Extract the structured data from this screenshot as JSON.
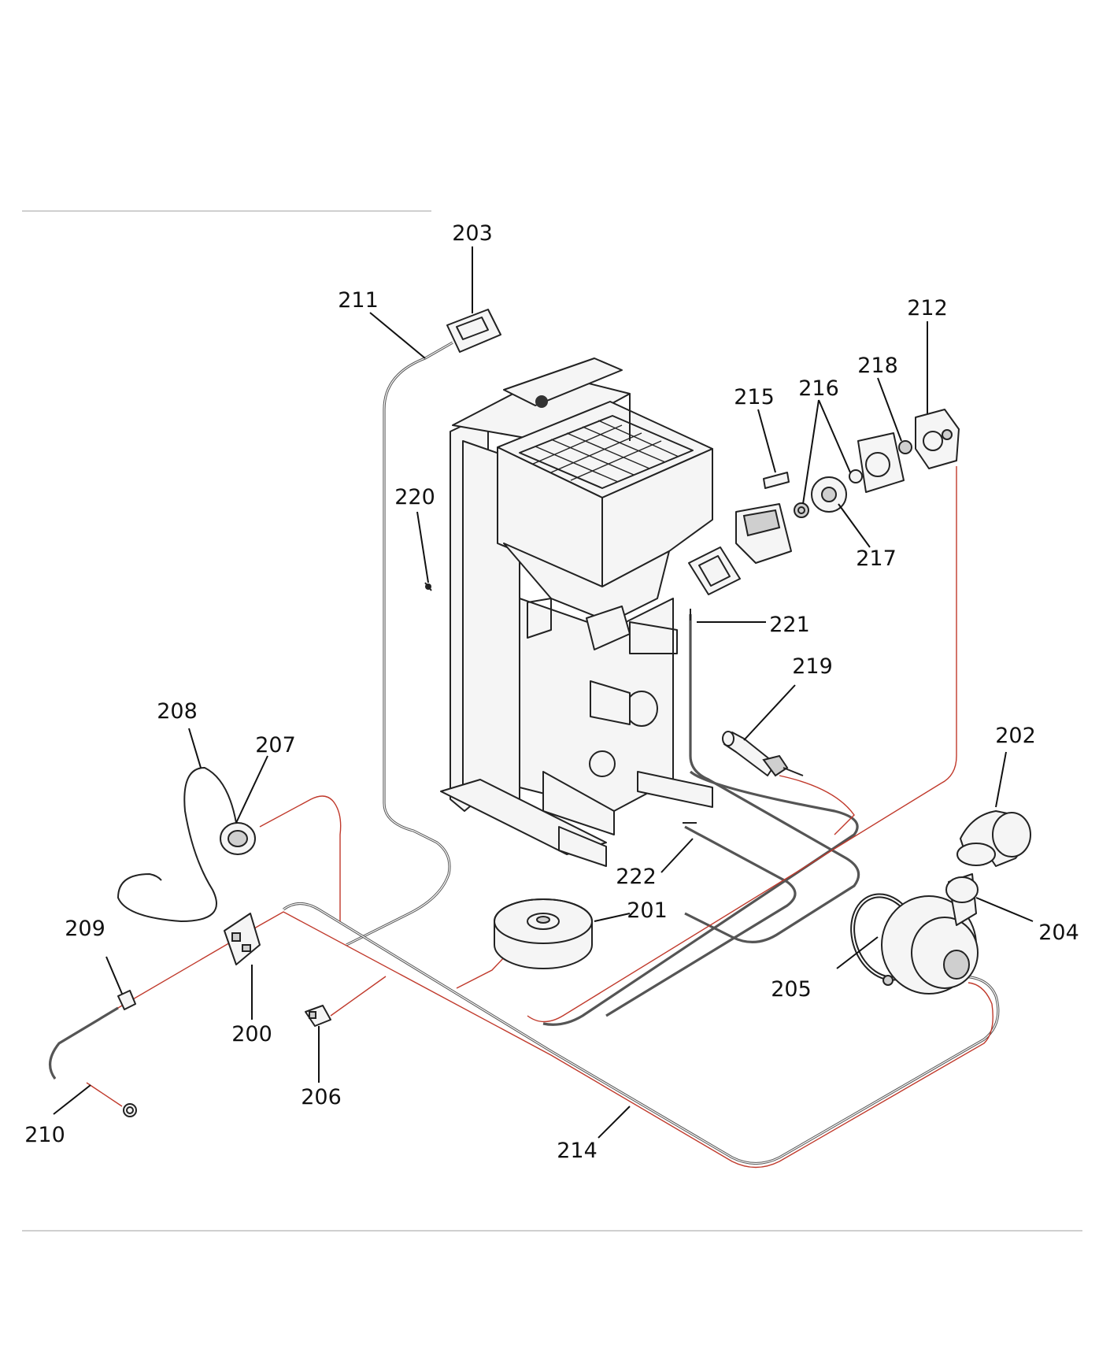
{
  "diagram": {
    "callouts": [
      {
        "id": "200",
        "text": "200"
      },
      {
        "id": "201",
        "text": "201"
      },
      {
        "id": "202",
        "text": "202"
      },
      {
        "id": "203",
        "text": "203"
      },
      {
        "id": "204",
        "text": "204"
      },
      {
        "id": "205",
        "text": "205"
      },
      {
        "id": "206",
        "text": "206"
      },
      {
        "id": "207",
        "text": "207"
      },
      {
        "id": "208",
        "text": "208"
      },
      {
        "id": "209",
        "text": "209"
      },
      {
        "id": "210",
        "text": "210"
      },
      {
        "id": "211",
        "text": "211"
      },
      {
        "id": "212",
        "text": "212"
      },
      {
        "id": "214",
        "text": "214"
      },
      {
        "id": "215",
        "text": "215"
      },
      {
        "id": "216",
        "text": "216"
      },
      {
        "id": "217",
        "text": "217"
      },
      {
        "id": "218",
        "text": "218"
      },
      {
        "id": "219",
        "text": "219"
      },
      {
        "id": "220",
        "text": "220"
      },
      {
        "id": "221",
        "text": "221"
      },
      {
        "id": "222",
        "text": "222"
      }
    ],
    "colors": {
      "line": "#222222",
      "wire_red": "#c0392b",
      "wire_gray": "#555555",
      "rule": "#cfcfcf"
    }
  }
}
